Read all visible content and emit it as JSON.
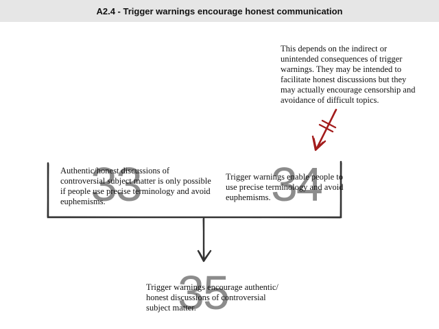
{
  "title": "A2.4 - Trigger warnings encourage honest communication",
  "objection": {
    "text": "This depends on the indirect or unintended consequences of trigger warnings. They may be intended to facilitate honest discussions but they may actually encourage censorship and avoidance of difficult topics."
  },
  "nodes": [
    {
      "number": "33",
      "text": "Authentic/honest discussions of controversial subject matter is only possible if people use precise terminology and avoid euphemisms."
    },
    {
      "number": "34",
      "text": "Trigger warnings enable people to use precise terminology and avoid euphemisms."
    },
    {
      "number": "35",
      "text": "Trigger warnings encourage authentic/ honest discussions of controversial subject matter."
    }
  ],
  "colors": {
    "objection_arrow": "#a31c1c",
    "support_lines": "#333333",
    "number": "#8c8c8c",
    "title_bar": "#e6e6e6"
  }
}
